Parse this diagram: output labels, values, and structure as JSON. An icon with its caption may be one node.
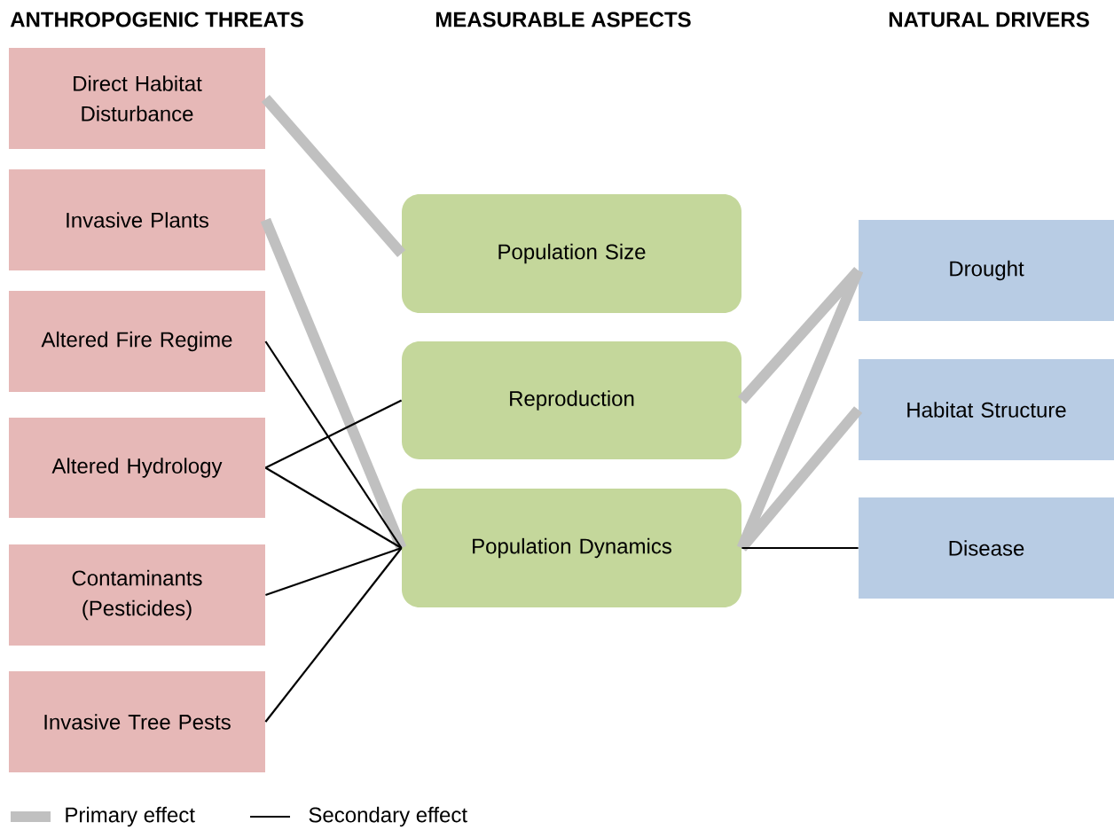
{
  "diagram": {
    "nodes": [
      {
        "text": [
          "Direct Habitat Disturbance"
        ]
      },
      {
        "text": [
          "Invasive Plants"
        ]
      },
      {
        "text": [
          "Altered Fire Regime"
        ]
      },
      {
        "text": [
          "Altered Hydrology"
        ]
      },
      {
        "text": [
          "Contaminants (Pesticides)"
        ]
      },
      {
        "text": [
          "Invasive Tree Pests"
        ]
      },
      {
        "text": [
          "Population Size"
        ]
      },
      {
        "text": [
          "Reproduction"
        ]
      },
      {
        "text": [
          "Population Dynamics"
        ]
      },
      {
        "text": [
          "Drought"
        ]
      },
      {
        "text": [
          "Habitat Structure"
        ]
      },
      {
        "text": [
          "Disease"
        ]
      }
    ],
    "edges": [
      {
        "from": 0,
        "to": 6,
        "arrow": "none",
        "style": "thick",
        "color": "#c0c0c0"
      },
      {
        "from": 1,
        "to": 8,
        "arrow": "none",
        "style": "thick",
        "color": "#c0c0c0"
      },
      {
        "from": 2,
        "to": 8,
        "arrow": "none"
      },
      {
        "from": 3,
        "to": 7,
        "arrow": "none"
      },
      {
        "from": 3,
        "to": 8,
        "arrow": "none"
      },
      {
        "from": 4,
        "to": 8,
        "arrow": "none"
      },
      {
        "from": 5,
        "to": 8,
        "arrow": "none"
      },
      {
        "from": 7,
        "to": 9,
        "arrow": "none",
        "style": "thick",
        "color": "#c0c0c0"
      },
      {
        "from": 8,
        "to": 9,
        "arrow": "none",
        "style": "thick",
        "color": "#c0c0c0"
      },
      {
        "from": 8,
        "to": 10,
        "arrow": "none",
        "style": "thick",
        "color": "#c0c0c0"
      },
      {
        "from": 8,
        "to": 11,
        "arrow": "none"
      }
    ],
    "labels": [
      "ANTHROPOGENIC THREATS",
      "MEASURABLE ASPECTS",
      "NATURAL DRIVERS"
    ],
    "legend": [
      {
        "text": "Primary effect",
        "color": "#c0c0c0"
      },
      {
        "text": "Secondary effect",
        "color": "#000000"
      }
    ]
  }
}
